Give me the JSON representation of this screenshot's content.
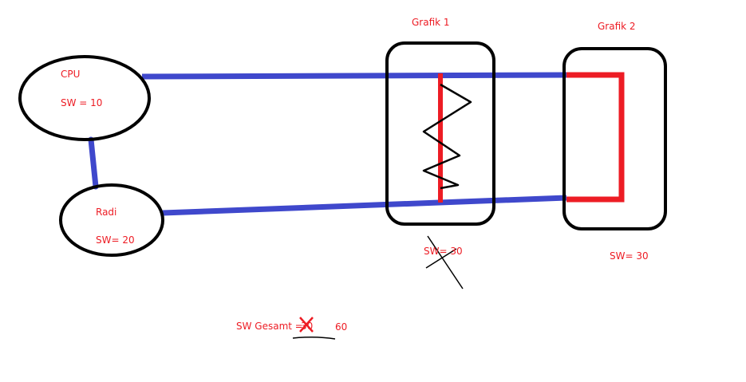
{
  "colors": {
    "outline": "#000000",
    "pipe_blue": "#3f48cc",
    "pipe_red": "#ed1c24",
    "text_red": "#ed1c24"
  },
  "nodes": {
    "cpu": {
      "name": "CPU",
      "value": "SW = 10"
    },
    "radi": {
      "name": "Radi",
      "value": "SW= 20"
    },
    "grafik1": {
      "name": "Grafik 1",
      "value": "SW= 30"
    },
    "grafik2": {
      "name": "Grafik 2",
      "value": "SW= 30"
    }
  },
  "total": {
    "label": "SW Gesamt =",
    "crossed_value": "30",
    "value": "60"
  }
}
